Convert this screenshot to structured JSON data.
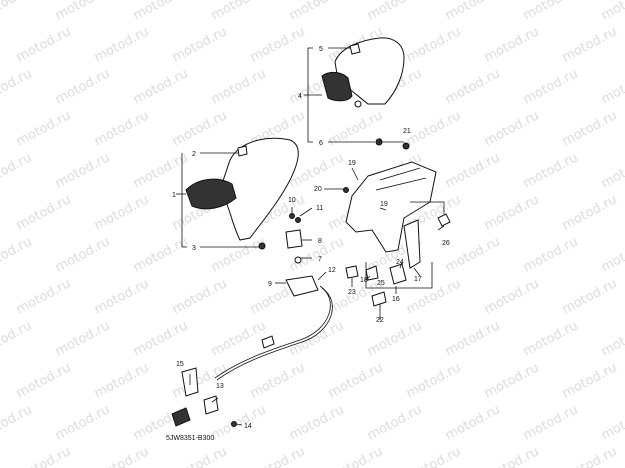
{
  "watermark": {
    "text": "motod.ru"
  },
  "callouts": [
    "1",
    "2",
    "3",
    "4",
    "5",
    "6",
    "7",
    "8",
    "9",
    "10",
    "11",
    "12",
    "13",
    "14",
    "15",
    "16",
    "17",
    "18",
    "19",
    "19",
    "20",
    "21",
    "22",
    "23",
    "24",
    "25",
    "26"
  ],
  "diagram_code": "5JW8351-B300"
}
